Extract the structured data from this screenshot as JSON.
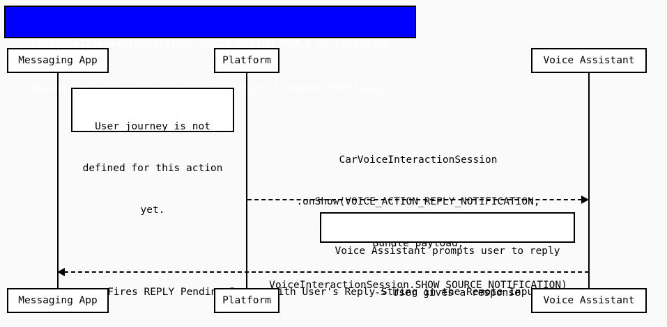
{
  "diagram": {
    "type": "uml-sequence-diagram",
    "background_color": "#fafafa",
    "line_color": "#000000"
  },
  "title": {
    "line1": "CarVoiceInteractionSession: VOICE_ACTION_REPLY_NOTIFICATION",
    "line2": "Assume Voice Assistant has Notification Listener Permission",
    "background_color": "#0000ff",
    "text_color": "#ffffff"
  },
  "participants": [
    {
      "id": "messaging-app",
      "label": "Messaging App"
    },
    {
      "id": "platform",
      "label": "Platform"
    },
    {
      "id": "voice-assistant",
      "label": "Voice Assistant"
    }
  ],
  "participants_bottom": [
    {
      "id": "messaging-app",
      "label": "Messaging App"
    },
    {
      "id": "platform",
      "label": "Platform"
    },
    {
      "id": "voice-assistant",
      "label": "Voice Assistant"
    }
  ],
  "notes": [
    {
      "id": "note-user-journey",
      "line1": "User journey is not",
      "line2": "defined for this action",
      "line3": "yet."
    },
    {
      "id": "note-voice-prompt",
      "line1": "Voice Assistant prompts user to reply",
      "line2": "-> User gives a response"
    }
  ],
  "messages": [
    {
      "id": "message-onshow",
      "from": "platform",
      "to": "voice-assistant",
      "direction": "right",
      "style": "dashed",
      "line1": "CarVoiceInteractionSession",
      "line2": ".onShow(VOICE_ACTION_REPLY_NOTIFICATION,",
      "line3": "Bundle payload,",
      "line4": "VoiceInteractionSession.SHOW_SOURCE_NOTIFICATION)"
    },
    {
      "id": "message-reply-intent",
      "from": "voice-assistant",
      "to": "messaging-app",
      "direction": "left",
      "style": "dashed",
      "line1": "Fires REPLY Pending Intent with User's Reply String in the Remote Input"
    }
  ]
}
